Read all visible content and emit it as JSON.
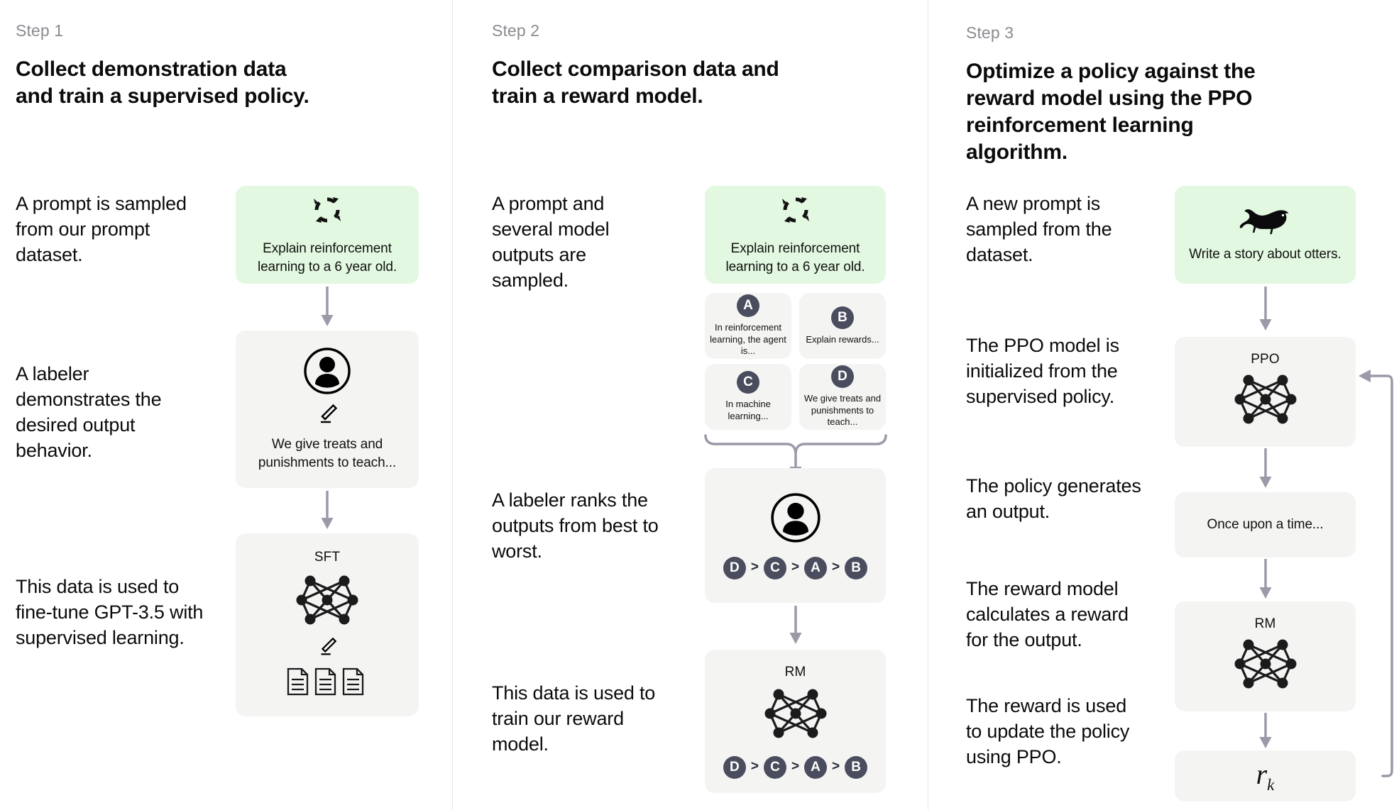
{
  "theme": {
    "green_box": "#e2f8e0",
    "grey_box": "#f4f4f3",
    "arrow": "#9a9aa8",
    "badge": "#4a4d5e",
    "divider": "#e6e6e8",
    "text": "#0b0b0d",
    "step_label": "#8b8b91"
  },
  "columns": [
    {
      "step_label": "Step 1",
      "title": "Collect demonstration data and train a supervised policy.",
      "descriptions": [
        "A prompt is sampled from our prompt dataset.",
        "A labeler demonstrates the desired output behavior.",
        "This data is used to fine-tune GPT-3.5 with supervised learning."
      ],
      "nodes": {
        "prompt_text": "Explain reinforcement learning to a 6 year old.",
        "prompt_icon": "cycle-icon",
        "labeler_icon": "person-in-circle-icon",
        "labeler_pencil_icon": "pencil-icon",
        "labeler_text": "We give treats and punishments to teach...",
        "model_caption": "SFT",
        "model_icon": "neural-network-icon",
        "model_pencil_icon": "pencil-icon",
        "documents_icon": "documents-icon"
      }
    },
    {
      "step_label": "Step 2",
      "title": "Collect comparison data and train a reward model.",
      "descriptions": [
        "A prompt and several model outputs are sampled.",
        "A labeler ranks the outputs from best to worst.",
        "This data is used to train our reward model."
      ],
      "nodes": {
        "prompt_text": "Explain reinforcement learning to a 6 year old.",
        "prompt_icon": "cycle-icon",
        "outputs": [
          {
            "letter": "A",
            "text": "In reinforcement learning, the agent is..."
          },
          {
            "letter": "B",
            "text": "Explain rewards..."
          },
          {
            "letter": "C",
            "text": "In machine learning..."
          },
          {
            "letter": "D",
            "text": "We give treats and punishments to teach..."
          }
        ],
        "labeler_icon": "person-in-circle-icon",
        "ranking": [
          "D",
          "C",
          "A",
          "B"
        ],
        "ranking_separator": ">",
        "model_caption": "RM",
        "model_icon": "neural-network-icon"
      }
    },
    {
      "step_label": "Step 3",
      "title": "Optimize a policy against the reward model using the PPO reinforcement learning algorithm.",
      "descriptions": [
        "A new prompt is sampled from the dataset.",
        "The PPO model is initialized from the supervised policy.",
        "The policy generates an output.",
        "The reward model calculates a reward for the output.",
        "The reward is used to update the policy using PPO."
      ],
      "nodes": {
        "prompt_text": "Write a story about otters.",
        "prompt_icon": "otter-icon",
        "ppo_caption": "PPO",
        "ppo_icon": "neural-network-icon",
        "output_text": "Once upon a time...",
        "rm_caption": "RM",
        "rm_icon": "neural-network-icon",
        "reward_symbol": "r",
        "reward_subscript": "k"
      }
    }
  ]
}
